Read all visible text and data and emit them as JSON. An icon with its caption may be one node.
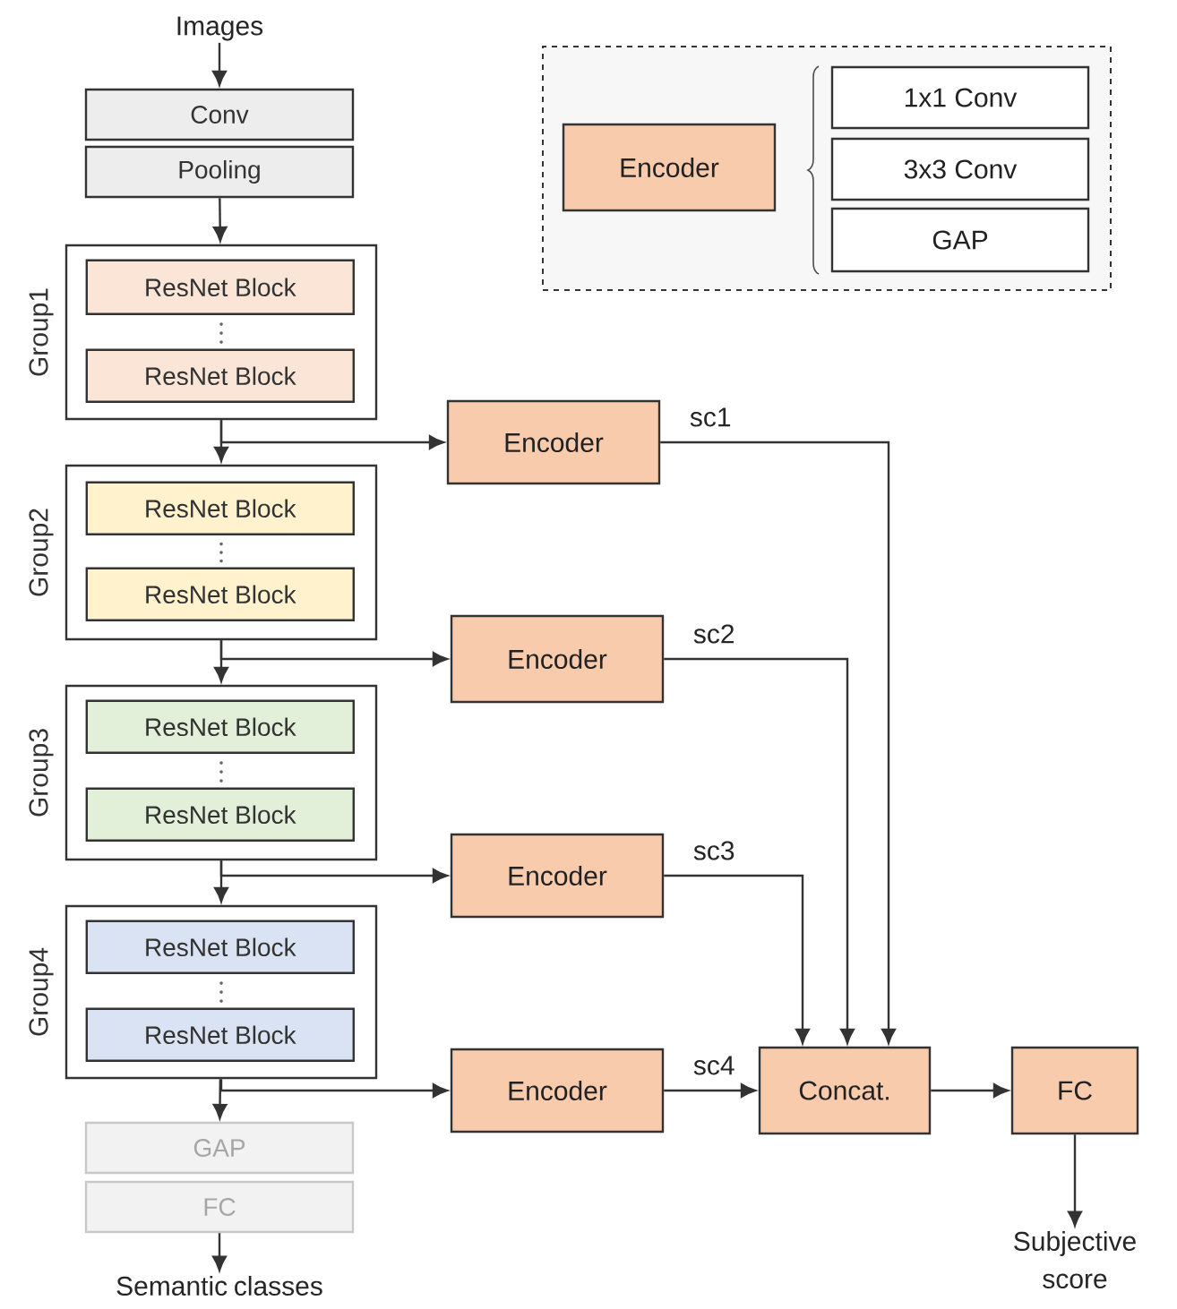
{
  "diagram": {
    "nodes": [
      {
        "text": [
          "Images"
        ]
      },
      {
        "text": [
          "Conv"
        ]
      },
      {
        "text": [
          "Pooling"
        ]
      },
      {
        "text": [
          "Group1"
        ]
      },
      {
        "text": [
          "ResNet Block"
        ],
        "in": 3
      },
      {
        "text": [
          "ResNet Block"
        ],
        "in": 3
      },
      {
        "text": [
          "Group2"
        ]
      },
      {
        "text": [
          "ResNet Block"
        ],
        "in": 6
      },
      {
        "text": [
          "ResNet Block"
        ],
        "in": 6
      },
      {
        "text": [
          "Group3"
        ]
      },
      {
        "text": [
          "ResNet Block"
        ],
        "in": 9
      },
      {
        "text": [
          "ResNet Block"
        ],
        "in": 9
      },
      {
        "text": [
          "Group4"
        ]
      },
      {
        "text": [
          "ResNet Block"
        ],
        "in": 12
      },
      {
        "text": [
          "ResNet Block"
        ],
        "in": 12
      },
      {
        "text": [
          "GAP"
        ]
      },
      {
        "text": [
          "FC"
        ]
      },
      {
        "text": [
          "Semantic classes"
        ]
      },
      {
        "text": [
          "Encoder"
        ]
      },
      {
        "text": [
          "Encoder"
        ]
      },
      {
        "text": [
          "Encoder"
        ]
      },
      {
        "text": [
          "Encoder"
        ]
      },
      {
        "text": [
          "Concat."
        ]
      },
      {
        "text": [
          "FC"
        ]
      },
      {
        "text": [
          "Subjective score"
        ]
      },
      {
        "text": [],
        "shape": "box"
      },
      {
        "text": [
          "Encoder"
        ],
        "in": 25
      },
      {
        "text": [
          "1x1 Conv"
        ],
        "in": 25
      },
      {
        "text": [
          "3x3 Conv"
        ],
        "in": 25
      },
      {
        "text": [
          "GAP"
        ],
        "in": 25
      }
    ],
    "edges": [
      {
        "from": 0,
        "to": 1,
        "arrow": "to"
      },
      {
        "from": 2,
        "to": 3,
        "arrow": "to"
      },
      {
        "from": 3,
        "to": 6,
        "arrow": "to"
      },
      {
        "from": 3,
        "to": 18,
        "arrow": "to"
      },
      {
        "from": 6,
        "to": 9,
        "arrow": "to"
      },
      {
        "from": 6,
        "to": 19,
        "arrow": "to"
      },
      {
        "from": 9,
        "to": 12,
        "arrow": "to"
      },
      {
        "from": 9,
        "to": 20,
        "arrow": "to"
      },
      {
        "from": 12,
        "to": 15,
        "arrow": "to"
      },
      {
        "from": 12,
        "to": 21,
        "arrow": "to"
      },
      {
        "from": 16,
        "to": 17,
        "arrow": "to"
      },
      {
        "from": 18,
        "to": 22,
        "arrow": "to",
        "label": "sc1"
      },
      {
        "from": 19,
        "to": 22,
        "arrow": "to",
        "label": "sc2"
      },
      {
        "from": 20,
        "to": 22,
        "arrow": "to",
        "label": "sc3"
      },
      {
        "from": 21,
        "to": 22,
        "arrow": "to",
        "label": "sc4"
      },
      {
        "from": 22,
        "to": 23,
        "arrow": "to"
      },
      {
        "from": 23,
        "to": 24,
        "arrow": "to"
      }
    ]
  }
}
